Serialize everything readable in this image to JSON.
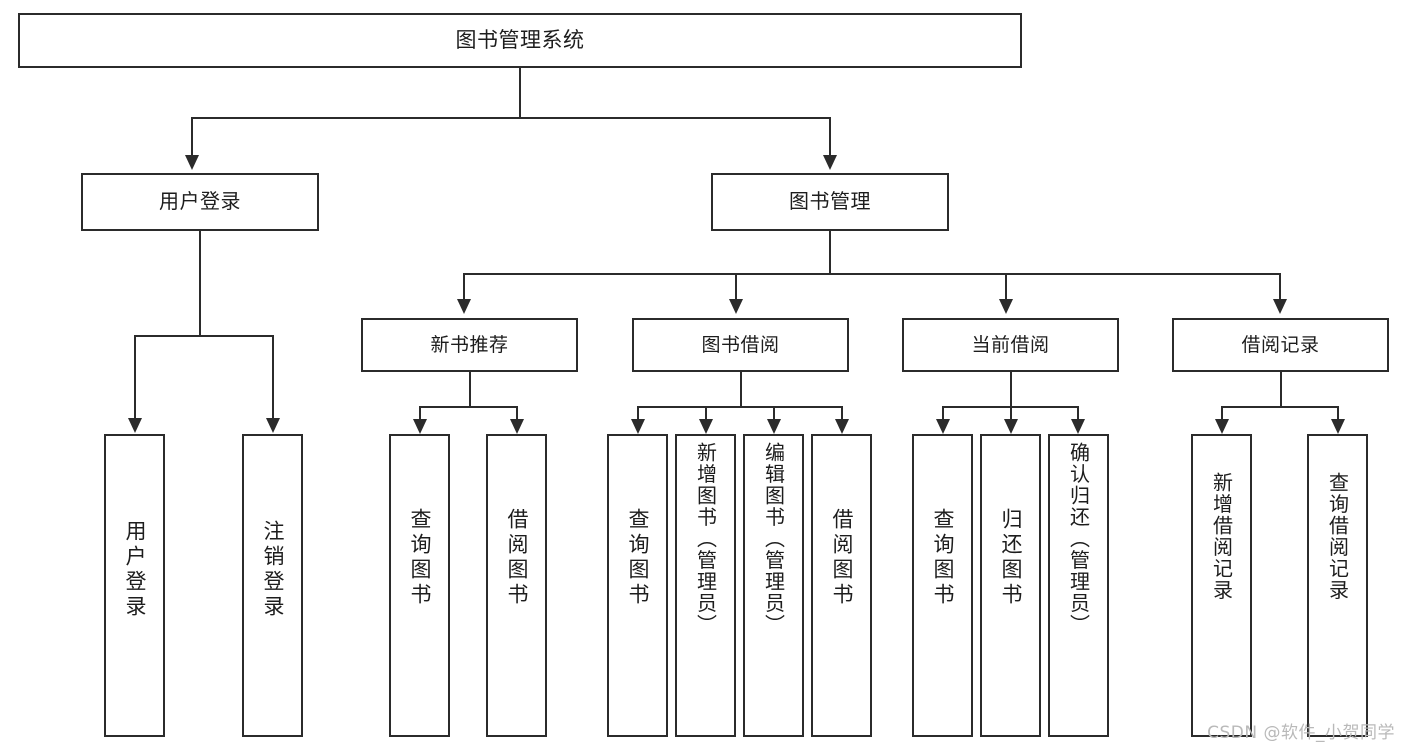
{
  "diagram": {
    "type": "tree-hierarchy",
    "title": "图书管理系统",
    "root": {
      "label": "图书管理系统"
    },
    "level1": [
      {
        "id": "user-login",
        "label": "用户登录"
      },
      {
        "id": "book-management",
        "label": "图书管理"
      }
    ],
    "level2": [
      {
        "id": "new-book-recommend",
        "label": "新书推荐",
        "parent": "book-management"
      },
      {
        "id": "book-borrow",
        "label": "图书借阅",
        "parent": "book-management"
      },
      {
        "id": "current-borrow",
        "label": "当前借阅",
        "parent": "book-management"
      },
      {
        "id": "borrow-record",
        "label": "借阅记录",
        "parent": "book-management"
      }
    ],
    "leaves": [
      {
        "id": "leaf-user-login",
        "label": "用户登录",
        "parent": "user-login"
      },
      {
        "id": "leaf-logout-login",
        "label": "注销登录",
        "parent": "user-login"
      },
      {
        "id": "leaf-query-book-1",
        "label": "查询图书",
        "parent": "new-book-recommend"
      },
      {
        "id": "leaf-borrow-book-1",
        "label": "借阅图书",
        "parent": "new-book-recommend"
      },
      {
        "id": "leaf-query-book-2",
        "label": "查询图书",
        "parent": "book-borrow"
      },
      {
        "id": "leaf-add-book-admin",
        "label": "新增图书（管理员）",
        "parent": "book-borrow"
      },
      {
        "id": "leaf-edit-book-admin",
        "label": "编辑图书（管理员）",
        "parent": "book-borrow"
      },
      {
        "id": "leaf-borrow-book-2",
        "label": "借阅图书",
        "parent": "book-borrow"
      },
      {
        "id": "leaf-query-book-3",
        "label": "查询图书",
        "parent": "current-borrow"
      },
      {
        "id": "leaf-return-book",
        "label": "归还图书",
        "parent": "current-borrow"
      },
      {
        "id": "leaf-confirm-return-admin",
        "label": "确认归还（管理员）",
        "parent": "current-borrow"
      },
      {
        "id": "leaf-add-borrow-record",
        "label": "新增借阅记录",
        "parent": "borrow-record"
      },
      {
        "id": "leaf-query-borrow-record",
        "label": "查询借阅记录",
        "parent": "borrow-record"
      }
    ]
  },
  "watermark": {
    "text": "CSDN @软件_小贺同学"
  },
  "colors": {
    "stroke": "#2b2b2b",
    "text": "#1d1d1d",
    "background": "#ffffff",
    "watermark": "#b9b9b9"
  }
}
